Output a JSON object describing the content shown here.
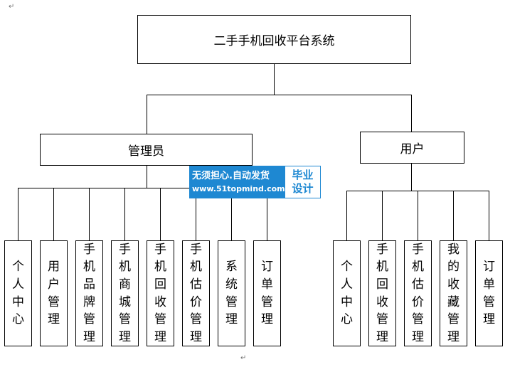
{
  "root": {
    "label": "二手手机回收平台系统"
  },
  "groups": [
    {
      "label": "管理员",
      "children": [
        "个人中心",
        "用户管理",
        "手机品牌管理",
        "手机商城管理",
        "手机回收管理",
        "手机估价管理",
        "系统管理",
        "订单管理"
      ]
    },
    {
      "label": "用户",
      "children": [
        "个人中心",
        "手机回收管理",
        "手机估价管理",
        "我的收藏管理",
        "订单管理"
      ]
    }
  ],
  "watermark": {
    "line1": "无须担心.自动发货",
    "line2": "www.51topmind.com",
    "badge_line1": "毕业",
    "badge_line2": "设计"
  },
  "marks": {
    "return_symbol": "↵"
  }
}
